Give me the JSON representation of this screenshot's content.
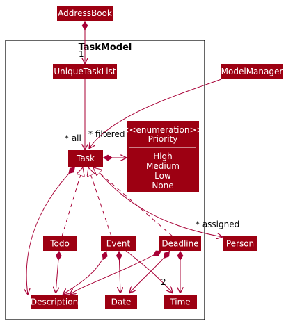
{
  "package": {
    "title": "TaskModel"
  },
  "colors": {
    "node_fill": "#9d0012",
    "edge": "#a80036",
    "node_text": "#ffffff",
    "label_text": "#000000"
  },
  "nodes": {
    "address_book": "AddressBook",
    "unique_task_list": "UniqueTaskList",
    "model_manager": "ModelManager",
    "task": "Task",
    "priority": {
      "stereotype": "<<enumeration>>",
      "name": "Priority",
      "values": [
        "High",
        "Medium",
        "Low",
        "None"
      ]
    },
    "todo": "Todo",
    "event": "Event",
    "deadline": "Deadline",
    "person": "Person",
    "description": "Description",
    "date": "Date",
    "time": "Time"
  },
  "edge_labels": {
    "ab_multiplicity": "1",
    "all": "* all",
    "filtered": "* filtered",
    "assigned": "* assigned",
    "time_multiplicity": "2"
  }
}
